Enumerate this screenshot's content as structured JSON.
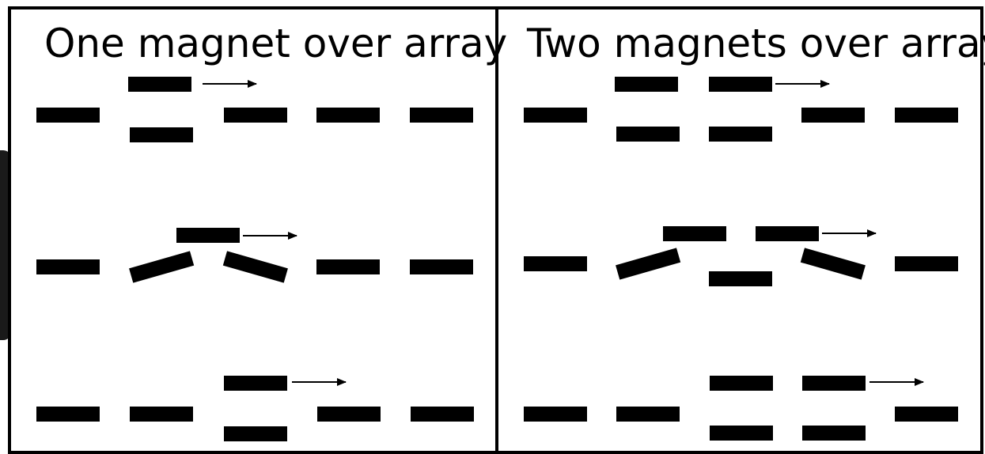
{
  "panels": [
    {
      "title": "One magnet over array",
      "rows": [
        {
          "state": "magnet moving right above gap between positions 1 and 2",
          "moving_magnet_count": 1
        },
        {
          "state": "array magnets tilted toward moving magnet",
          "moving_magnet_count": 1
        },
        {
          "state": "magnet moving right above position 3",
          "moving_magnet_count": 1
        }
      ]
    },
    {
      "title": "Two magnets over array",
      "rows": [
        {
          "state": "two magnets moving right",
          "moving_magnet_count": 2
        },
        {
          "state": "array magnets tilted toward moving magnets",
          "moving_magnet_count": 2
        },
        {
          "state": "two magnets moving right over positions 3 and 4",
          "moving_magnet_count": 2
        }
      ]
    }
  ],
  "colors": {
    "magnet": "#000000",
    "frame": "#000000",
    "background": "#ffffff"
  },
  "icons": {
    "motion": "right-arrow-icon"
  }
}
